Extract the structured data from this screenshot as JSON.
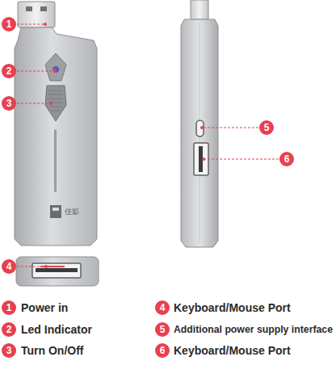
{
  "diagram": {
    "labels": [
      "1",
      "2",
      "3",
      "5",
      "6",
      "4",
      "佳影",
      "1",
      "Power in",
      "4",
      "Keyboard/Mouse Port",
      "2",
      "Led Indicator",
      "5",
      "Additional power supply interface",
      "3",
      "Turn On/Off",
      "6",
      "Keyboard/Mouse Port"
    ]
  }
}
